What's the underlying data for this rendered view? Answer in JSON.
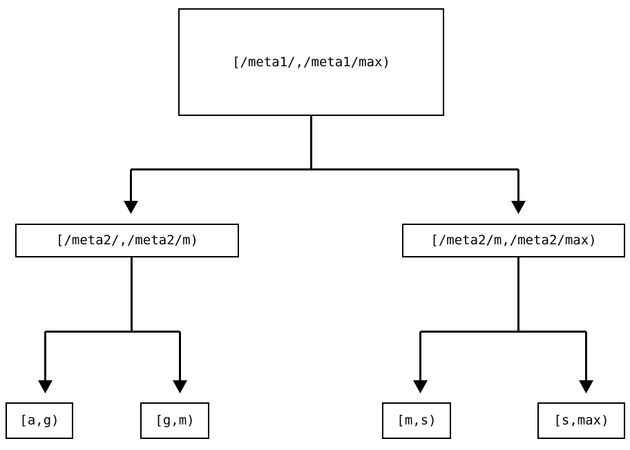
{
  "diagram": {
    "type": "tree",
    "title": "",
    "background_color": "#ffffff",
    "stroke_color": "#000000",
    "text_color": "#000000",
    "nodes": {
      "root": {
        "label": "[/meta1/,/meta1/max)"
      },
      "meta2_low": {
        "label": "[/meta2/,/meta2/m)"
      },
      "meta2_high": {
        "label": "[/meta2/m,/meta2/max)"
      },
      "leaf_ag": {
        "label": "[a,g)"
      },
      "leaf_gm": {
        "label": "[g,m)"
      },
      "leaf_ms": {
        "label": "[m,s)"
      },
      "leaf_smax": {
        "label": "[s,max)"
      }
    },
    "edges": [
      {
        "from": "root",
        "to": "meta2_low",
        "arrowhead": "filled-triangle-down"
      },
      {
        "from": "root",
        "to": "meta2_high",
        "arrowhead": "filled-triangle-down"
      },
      {
        "from": "meta2_low",
        "to": "leaf_ag",
        "arrowhead": "filled-triangle-down"
      },
      {
        "from": "meta2_low",
        "to": "leaf_gm",
        "arrowhead": "filled-triangle-down"
      },
      {
        "from": "meta2_high",
        "to": "leaf_ms",
        "arrowhead": "filled-triangle-down"
      },
      {
        "from": "meta2_high",
        "to": "leaf_smax",
        "arrowhead": "filled-triangle-down"
      }
    ]
  }
}
